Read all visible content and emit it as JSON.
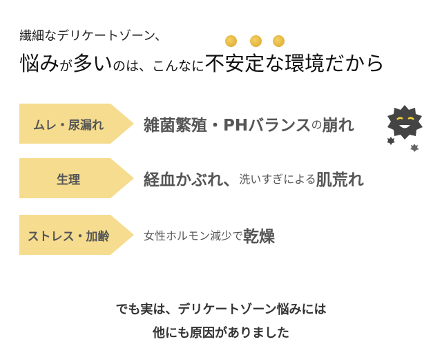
{
  "heading": {
    "line1": "繊細なデリケートゾーン、",
    "line2": [
      {
        "t": "悩み",
        "s": "big"
      },
      {
        "t": "が",
        "s": "sm"
      },
      {
        "t": "多い",
        "s": "big"
      },
      {
        "t": "のは、こんなに",
        "s": "sm"
      },
      {
        "t": "不安定な環境だから",
        "s": "big"
      }
    ]
  },
  "causes": [
    {
      "label": "ムレ・尿漏れ",
      "parts": [
        {
          "t": "雑菌繁殖・PHバランス",
          "s": "big"
        },
        {
          "t": "の",
          "s": "sm"
        },
        {
          "t": "崩れ",
          "s": "big"
        }
      ]
    },
    {
      "label": "生理",
      "parts": [
        {
          "t": "経血かぶれ、",
          "s": "big"
        },
        {
          "t": "洗いすぎによる",
          "s": "sm"
        },
        {
          "t": "肌荒れ",
          "s": "big"
        }
      ]
    },
    {
      "label": "ストレス・加齢",
      "parts": [
        {
          "t": "女性ホルモン減少で",
          "s": "sm"
        },
        {
          "t": "乾燥",
          "s": "big"
        }
      ]
    }
  ],
  "footer": {
    "line1": "でも実は、デリケートゾーン悩みには",
    "line2": "他にも原因がありました"
  },
  "colors": {
    "label_bg": "#f5dc8f",
    "text": "#555555",
    "germ": "#444444"
  }
}
